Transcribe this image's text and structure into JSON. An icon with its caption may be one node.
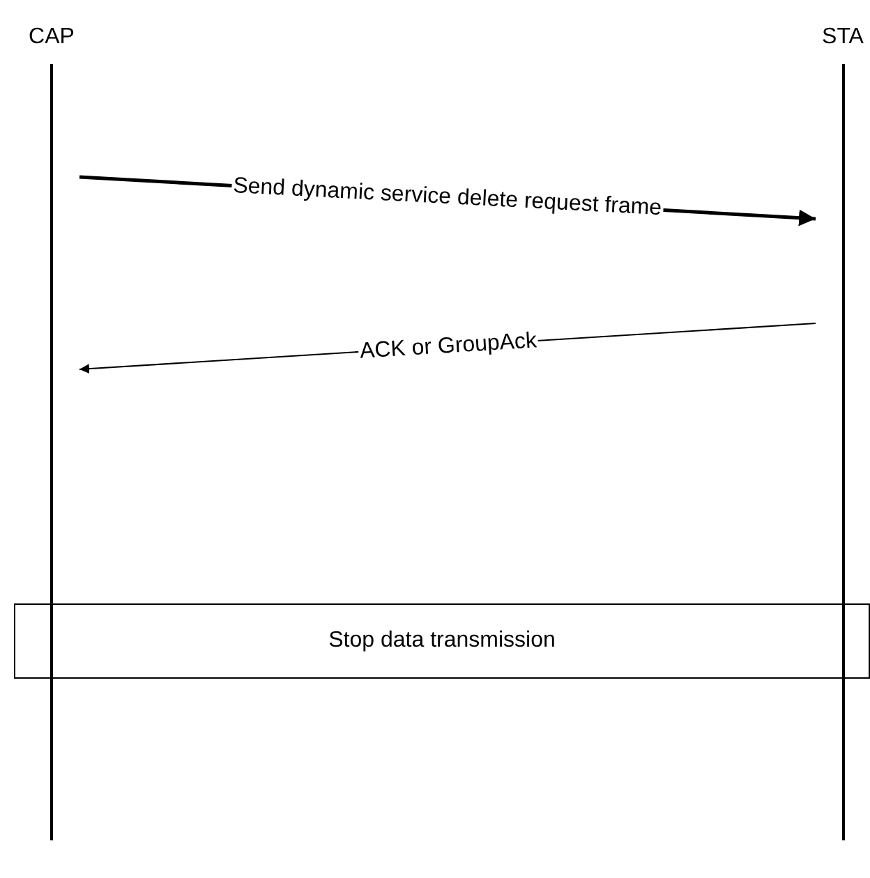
{
  "diagram": {
    "nodes": [
      {
        "text": [
          "CAP"
        ]
      },
      {
        "text": [
          "STA"
        ]
      },
      {
        "text": [
          "Stop data transmission"
        ]
      }
    ],
    "edges": [
      {
        "from": 0,
        "to": 1,
        "arrow": "to",
        "label": "Send dynamic service delete request frame",
        "style": "thick"
      },
      {
        "from": 1,
        "to": 0,
        "arrow": "to",
        "label": "ACK or GroupAck"
      }
    ]
  }
}
